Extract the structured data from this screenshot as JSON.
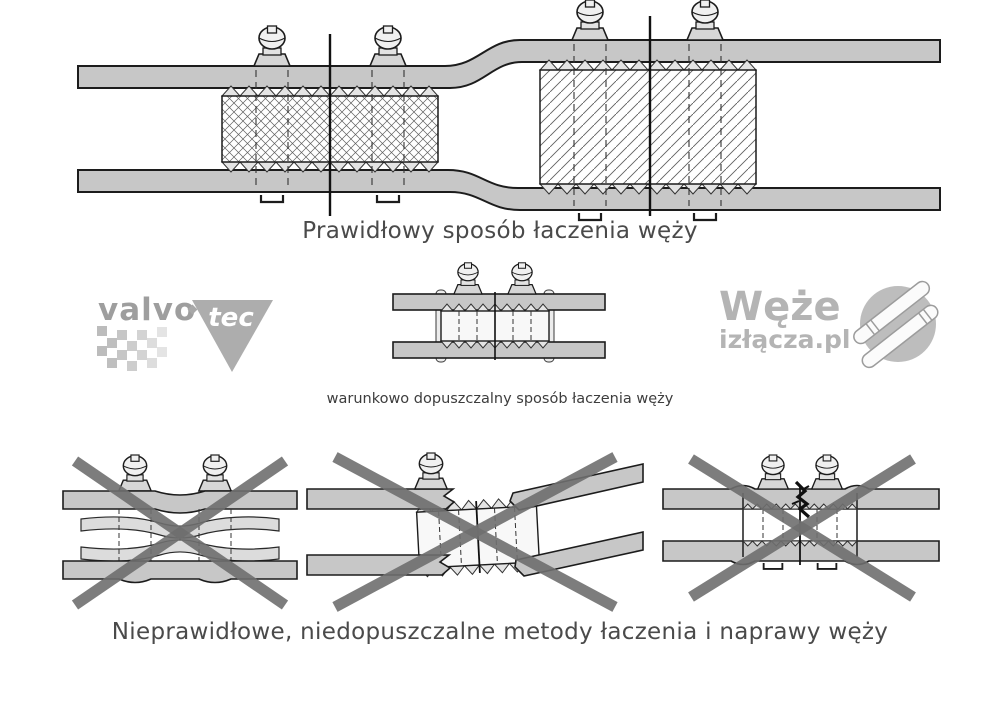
{
  "page": {
    "background": "#ffffff"
  },
  "colors": {
    "hose_fill": "#c7c7c7",
    "saw_fill": "#e4e4e4",
    "fitting_fill": "#f8f8f8",
    "outline": "#1c1c1c",
    "cross": "#6f6f6f",
    "caption": "#4a4a4a",
    "logo_gray": "#9e9e9e",
    "logo_light": "#b4b4b4"
  },
  "sections": {
    "correct": {
      "caption": "Prawidłowy sposób łaczenia węży"
    },
    "conditional": {
      "caption": "warunkowo dopuszczalny sposób łaczenia węży"
    },
    "incorrect": {
      "caption": "Nieprawidłowe, niedopuszczalne metody łaczenia i naprawy węży"
    }
  },
  "logos": {
    "valvotec": {
      "name": "valvo",
      "suffix": "tec"
    },
    "wezeizlacza": {
      "line1": "Węże",
      "line2": "izłącza.pl"
    }
  },
  "icons": {
    "cross_mark": "two thick diagonal gray lines forming an X",
    "hose_clamp": "screw hose clamp seen from the side",
    "crack": "black zigzag crack",
    "checkered_flag": "fading checkerboard pattern",
    "hose_badge": "gray circle with two diagonal hoses"
  }
}
